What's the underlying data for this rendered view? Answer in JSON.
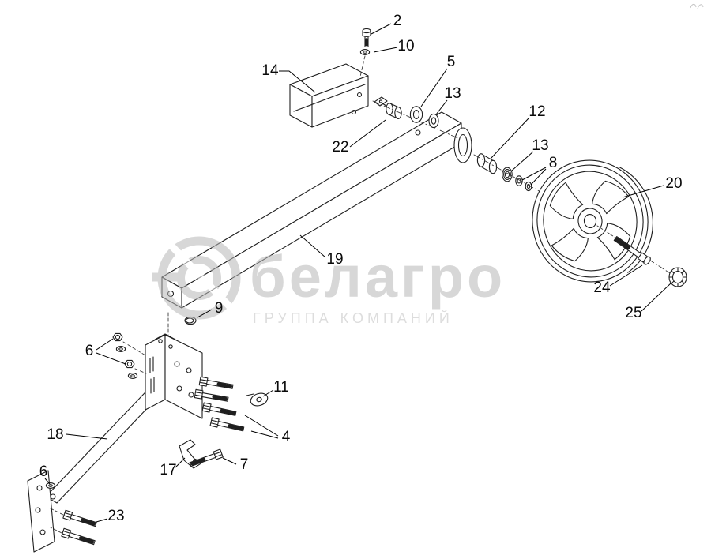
{
  "page": {
    "background": "#ffffff"
  },
  "watermark": {
    "title": "белагро",
    "subtitle": "ГРУППА КОМПАНИЙ",
    "color": "#b7b7b7",
    "logo": "concentric-rings-logo"
  },
  "diagram": {
    "type": "exploded-parts-diagram",
    "part_numbers": [
      "2",
      "4",
      "5",
      "6",
      "7",
      "8",
      "9",
      "10",
      "11",
      "12",
      "13",
      "14",
      "17",
      "18",
      "19",
      "20",
      "22",
      "23",
      "24",
      "25"
    ]
  },
  "callouts": [
    {
      "label": "2"
    },
    {
      "label": "10"
    },
    {
      "label": "14"
    },
    {
      "label": "5"
    },
    {
      "label": "13"
    },
    {
      "label": "22"
    },
    {
      "label": "12"
    },
    {
      "label": "13"
    },
    {
      "label": "8"
    },
    {
      "label": "20"
    },
    {
      "label": "19"
    },
    {
      "label": "24"
    },
    {
      "label": "25"
    },
    {
      "label": "9"
    },
    {
      "label": "6"
    },
    {
      "label": "11"
    },
    {
      "label": "4"
    },
    {
      "label": "18"
    },
    {
      "label": "17"
    },
    {
      "label": "7"
    },
    {
      "label": "6"
    },
    {
      "label": "23"
    }
  ]
}
